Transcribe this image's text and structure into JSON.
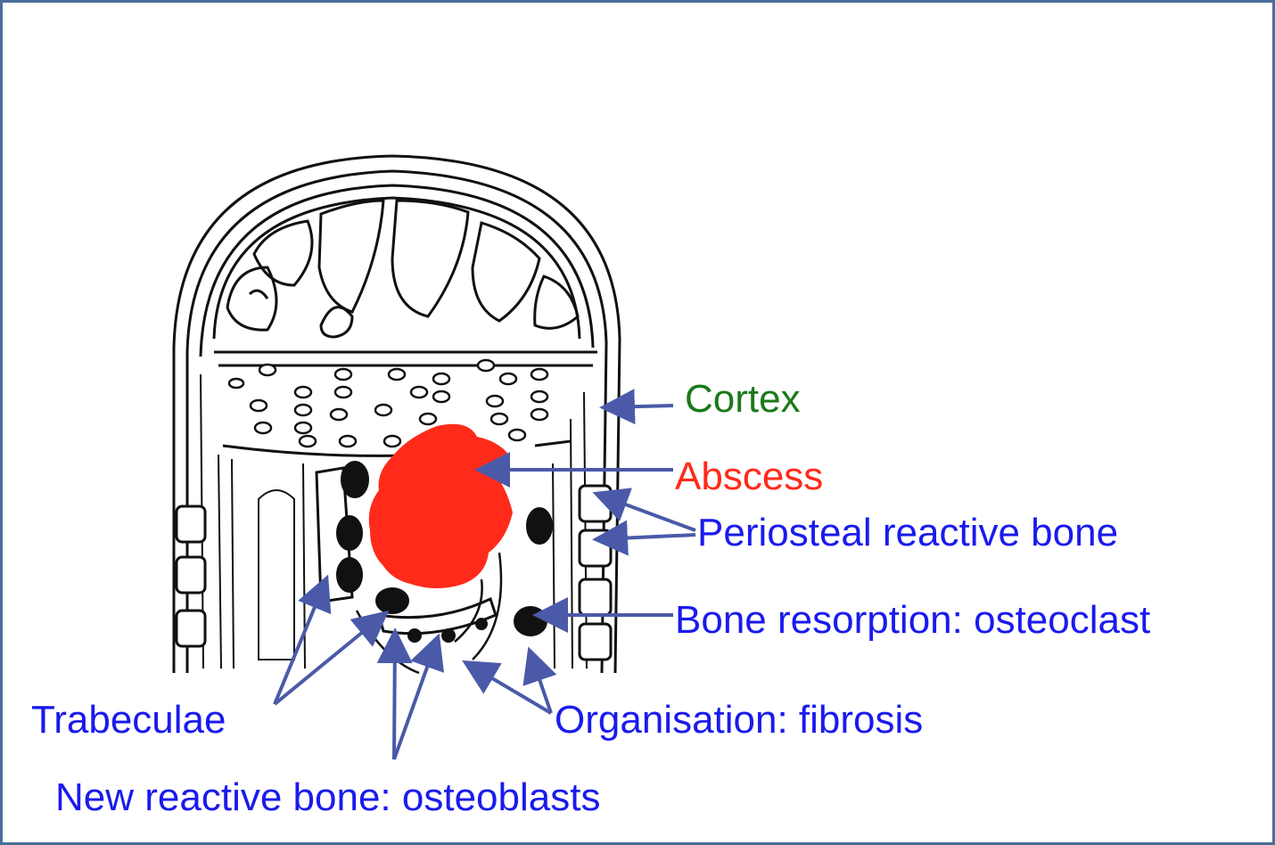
{
  "labels": {
    "cortex": "Cortex",
    "abscess": "Abscess",
    "periosteal": "Periosteal reactive bone",
    "resorption": "Bone resorption: osteoclast",
    "trabeculae": "Trabeculae",
    "organisation": "Organisation: fibrosis",
    "new_bone": "New reactive bone: osteoblasts"
  },
  "colors": {
    "cortex": "#1a7a1a",
    "abscess": "#ff2a1a",
    "label_blue": "#1a1aee",
    "arrow": "#4a5aa8",
    "frame": "#4a6e9a"
  }
}
